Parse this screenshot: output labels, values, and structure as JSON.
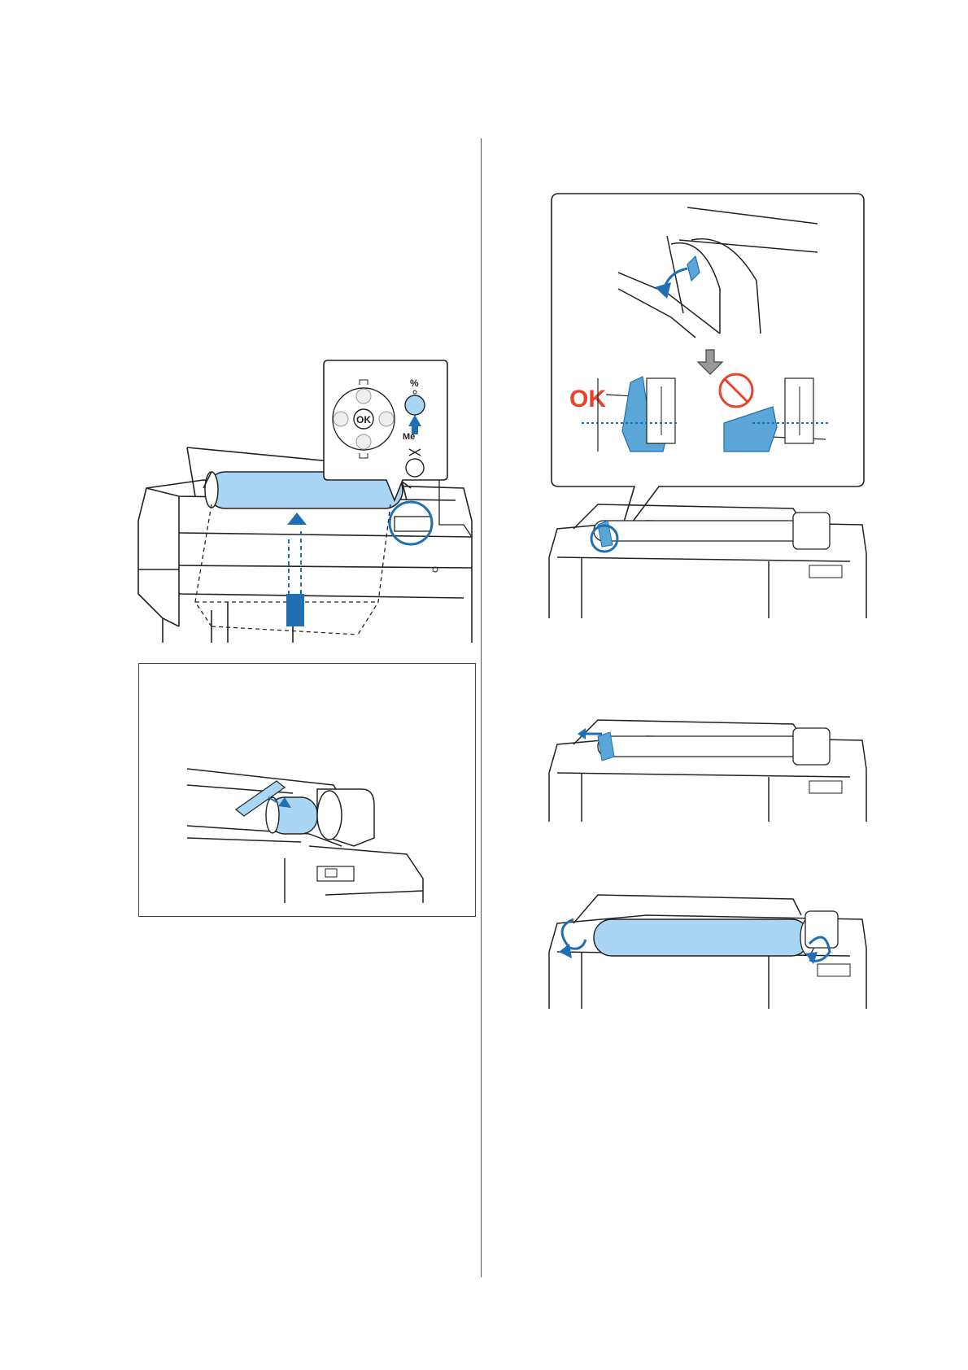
{
  "page": {
    "left_column": {
      "fig1": {
        "ok_button": "OK",
        "menu_label": "Me",
        "pause_symbol": "%"
      },
      "note_fig": {}
    },
    "right_column": {
      "fig_lock": {
        "ok_label": "OK"
      },
      "fig_slide": {},
      "fig_rotate": {}
    }
  },
  "colors": {
    "accent_blue": "#1f6fb2",
    "paper_blue": "#a9d6f5",
    "ok_red": "#e8432a",
    "line": "#222222"
  }
}
